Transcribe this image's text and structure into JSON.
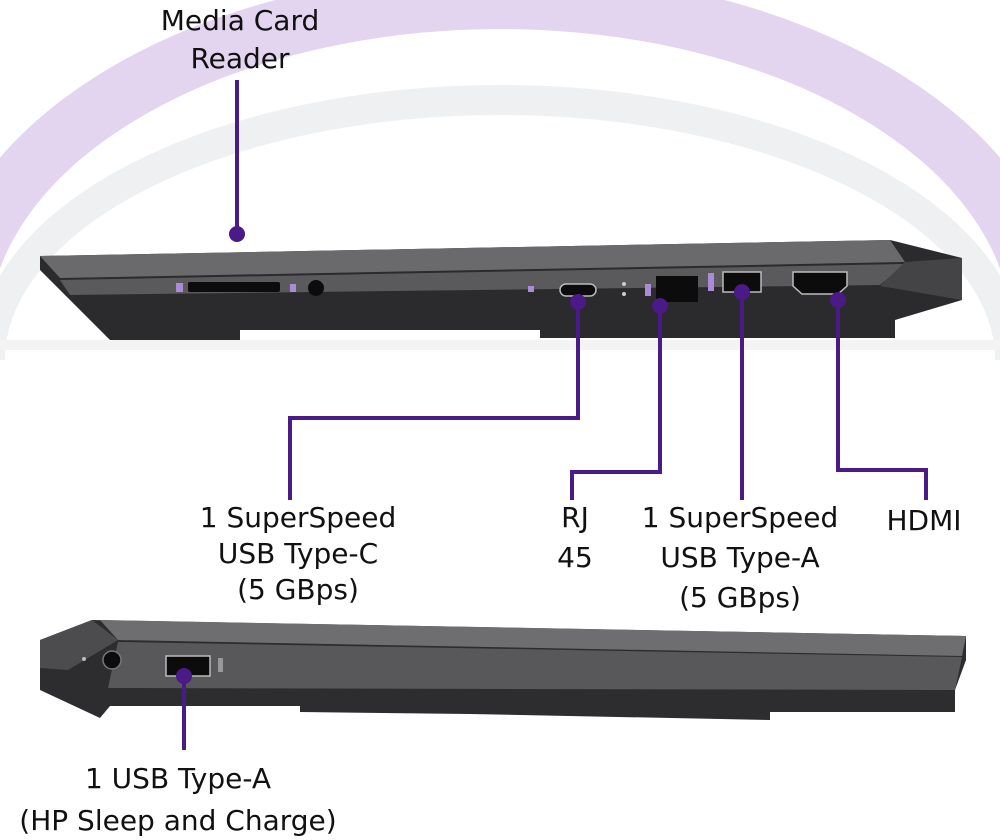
{
  "colors": {
    "accent": "#4a1a87",
    "arc": "#e3d5ef",
    "chassis": "#4a4a4c"
  },
  "callouts": {
    "media_card": [
      "Media Card",
      "Reader"
    ],
    "usb_c": [
      "1 SuperSpeed",
      "USB Type-C",
      "(5 GBps)"
    ],
    "rj45": [
      "RJ",
      "45"
    ],
    "usb_a": [
      "1 SuperSpeed",
      "USB Type-A",
      "(5 GBps)"
    ],
    "hdmi": [
      "HDMI"
    ],
    "usb_a_sleep": [
      "1 USB Type-A",
      "(HP Sleep and Charge)"
    ]
  }
}
